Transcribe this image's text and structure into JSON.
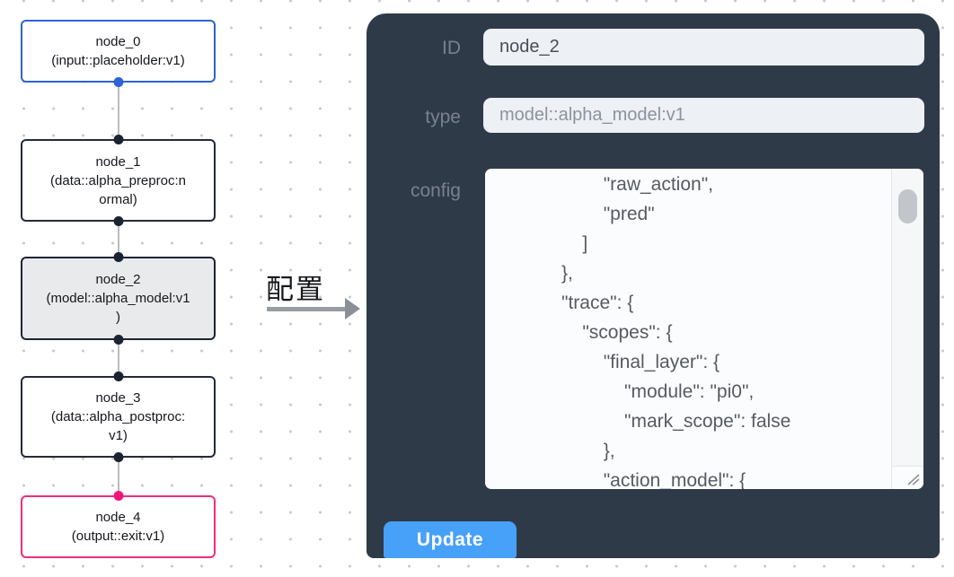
{
  "diagram": {
    "nodes": [
      {
        "name": "node_0",
        "type_lines": [
          "(input::placeholder:v1)"
        ],
        "role": "input",
        "border_color": "#2e63cf"
      },
      {
        "name": "node_1",
        "type_lines": [
          "(data::alpha_preproc:n",
          "ormal)"
        ],
        "role": "processor",
        "border_color": "#232a3a"
      },
      {
        "name": "node_2",
        "type_lines": [
          "(model::alpha_model:v1",
          ")"
        ],
        "role": "model-selected",
        "border_color": "#1d2433",
        "selected_bg": "#e9eaeb"
      },
      {
        "name": "node_3",
        "type_lines": [
          "(data::alpha_postproc:",
          "v1)"
        ],
        "role": "processor",
        "border_color": "#232a3a"
      },
      {
        "name": "node_4",
        "type_lines": [
          "(output::exit:v1)"
        ],
        "role": "output",
        "border_color": "#ee2e7c"
      }
    ],
    "port_colors": {
      "input_port": "#2d64d8",
      "default_port": "#1b2231",
      "output_port": "#f0157c"
    }
  },
  "arrow": {
    "label": "配置"
  },
  "panel": {
    "bg_color": "#2f3a49",
    "fields": {
      "id": {
        "label": "ID",
        "value": "node_2"
      },
      "type": {
        "label": "type",
        "value": "model::alpha_model:v1"
      },
      "config": {
        "label": "config"
      }
    },
    "config_lines": [
      "                    \"raw_action\",",
      "                    \"pred\"",
      "                ]",
      "            },",
      "            \"trace\": {",
      "                \"scopes\": {",
      "                    \"final_layer\": {",
      "                        \"module\": \"pi0\",",
      "                        \"mark_scope\": false",
      "                    },",
      "                    \"action_model\": {"
    ],
    "update_label": "Update",
    "accent_color": "#48a1f8"
  }
}
